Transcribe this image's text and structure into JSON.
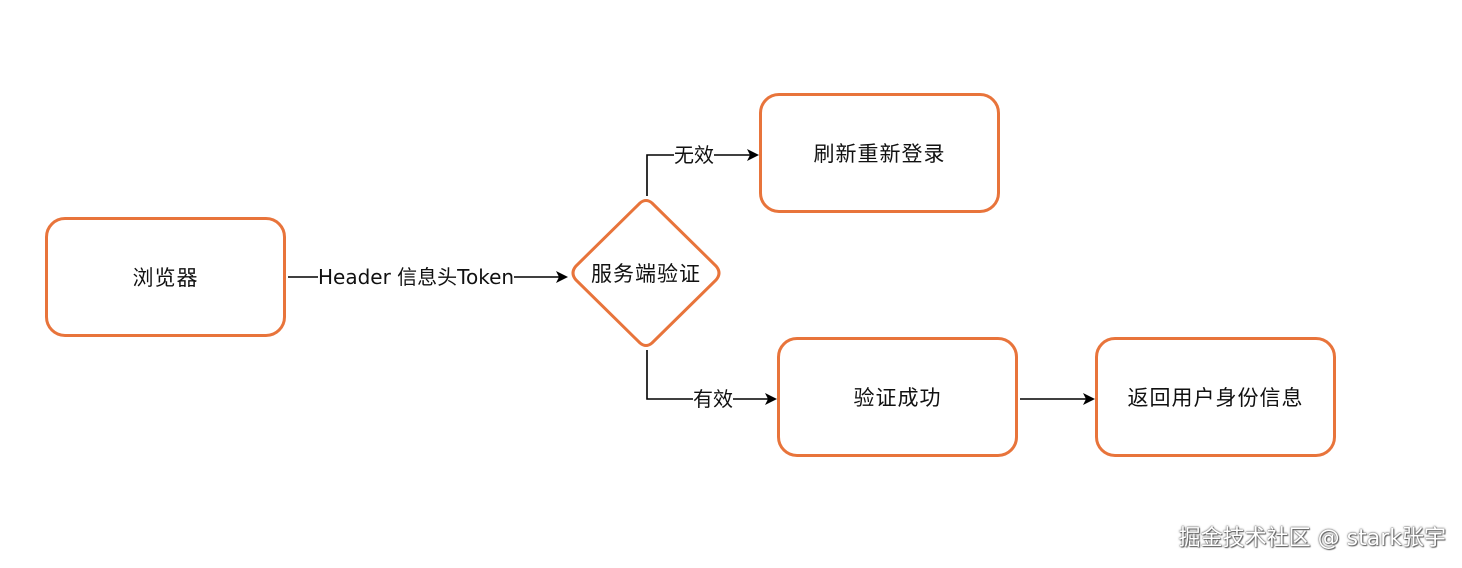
{
  "nodes": {
    "browser": "浏览器",
    "server_verify": "服务端验证",
    "refresh_login": "刷新重新登录",
    "verify_success": "验证成功",
    "return_identity": "返回用户身份信息"
  },
  "edges": {
    "header_token": "Header 信息头Token",
    "invalid": "无效",
    "valid": "有效"
  },
  "watermark": "掘金技术社区 @ stark张宇",
  "colors": {
    "node_border": "#e8743b",
    "connector": "#000000"
  }
}
